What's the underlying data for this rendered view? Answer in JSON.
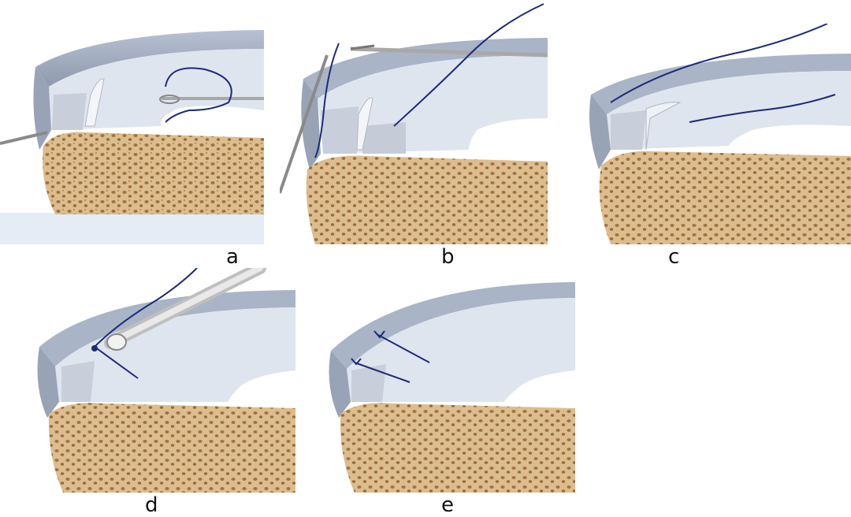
{
  "panels": [
    {
      "id": "a",
      "label": "a"
    },
    {
      "id": "b",
      "label": "b"
    },
    {
      "id": "c",
      "label": "c"
    },
    {
      "id": "d",
      "label": "d"
    },
    {
      "id": "e",
      "label": "e"
    }
  ],
  "colors": {
    "meniscus_top": "#dfe5ee",
    "meniscus_rim": "#a9b4c6",
    "meniscus_shadow": "#8f9aae",
    "bone": "#d9b98a",
    "bone_pore": "#9b6d3c",
    "suture": "#1d2a78",
    "instrument": "#9a9a9a"
  }
}
